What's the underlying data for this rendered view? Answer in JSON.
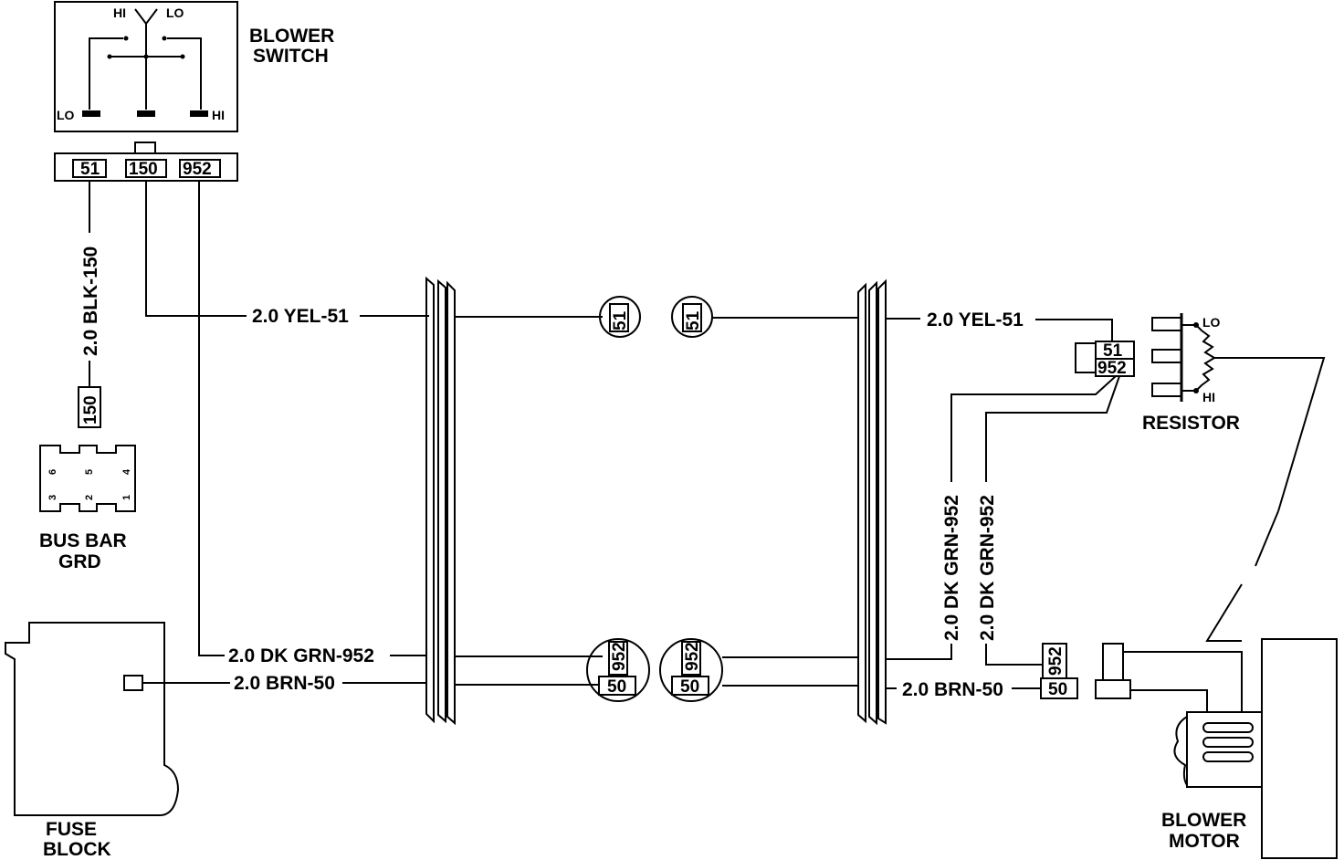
{
  "components": {
    "blower_switch": {
      "line1": "BLOWER",
      "line2": "SWITCH",
      "hi": "HI",
      "lo": "LO",
      "lo_terminal": "LO",
      "hi_terminal": "HI"
    },
    "switch_connector": {
      "pin1": "51",
      "pin2": "150",
      "pin3": "952"
    },
    "ground_tag": "150",
    "bus_bar": {
      "line1": "BUS BAR",
      "line2": "GRD",
      "pins_top": [
        "6",
        "5",
        "4"
      ],
      "pins_bottom": [
        "3",
        "2",
        "1"
      ]
    },
    "fuse_block": {
      "line1": "FUSE",
      "line2": "BLOCK"
    },
    "resistor": {
      "label": "RESISTOR",
      "lo": "LO",
      "hi": "HI",
      "pin_a": "51",
      "pin_b": "952"
    },
    "blower_motor": {
      "line1": "BLOWER",
      "line2": "MOTOR",
      "pin_a": "952",
      "pin_b": "50"
    }
  },
  "inline_connectors": {
    "c51_left": "51",
    "c51_right": "51",
    "c952_left": "952",
    "c50_left": "50",
    "c952_right": "952",
    "c50_right": "50"
  },
  "wires": {
    "blk150": "2.0 BLK-150",
    "yel51_left": "2.0 YEL-51",
    "yel51_right": "2.0 YEL-51",
    "dkgrn952_left": "2.0 DK GRN-952",
    "dkgrn952_right1": "2.0 DK GRN-952",
    "dkgrn952_right2": "2.0 DK GRN-952",
    "brn50_left": "2.0 BRN-50",
    "brn50_right": "2.0 BRN-50"
  }
}
